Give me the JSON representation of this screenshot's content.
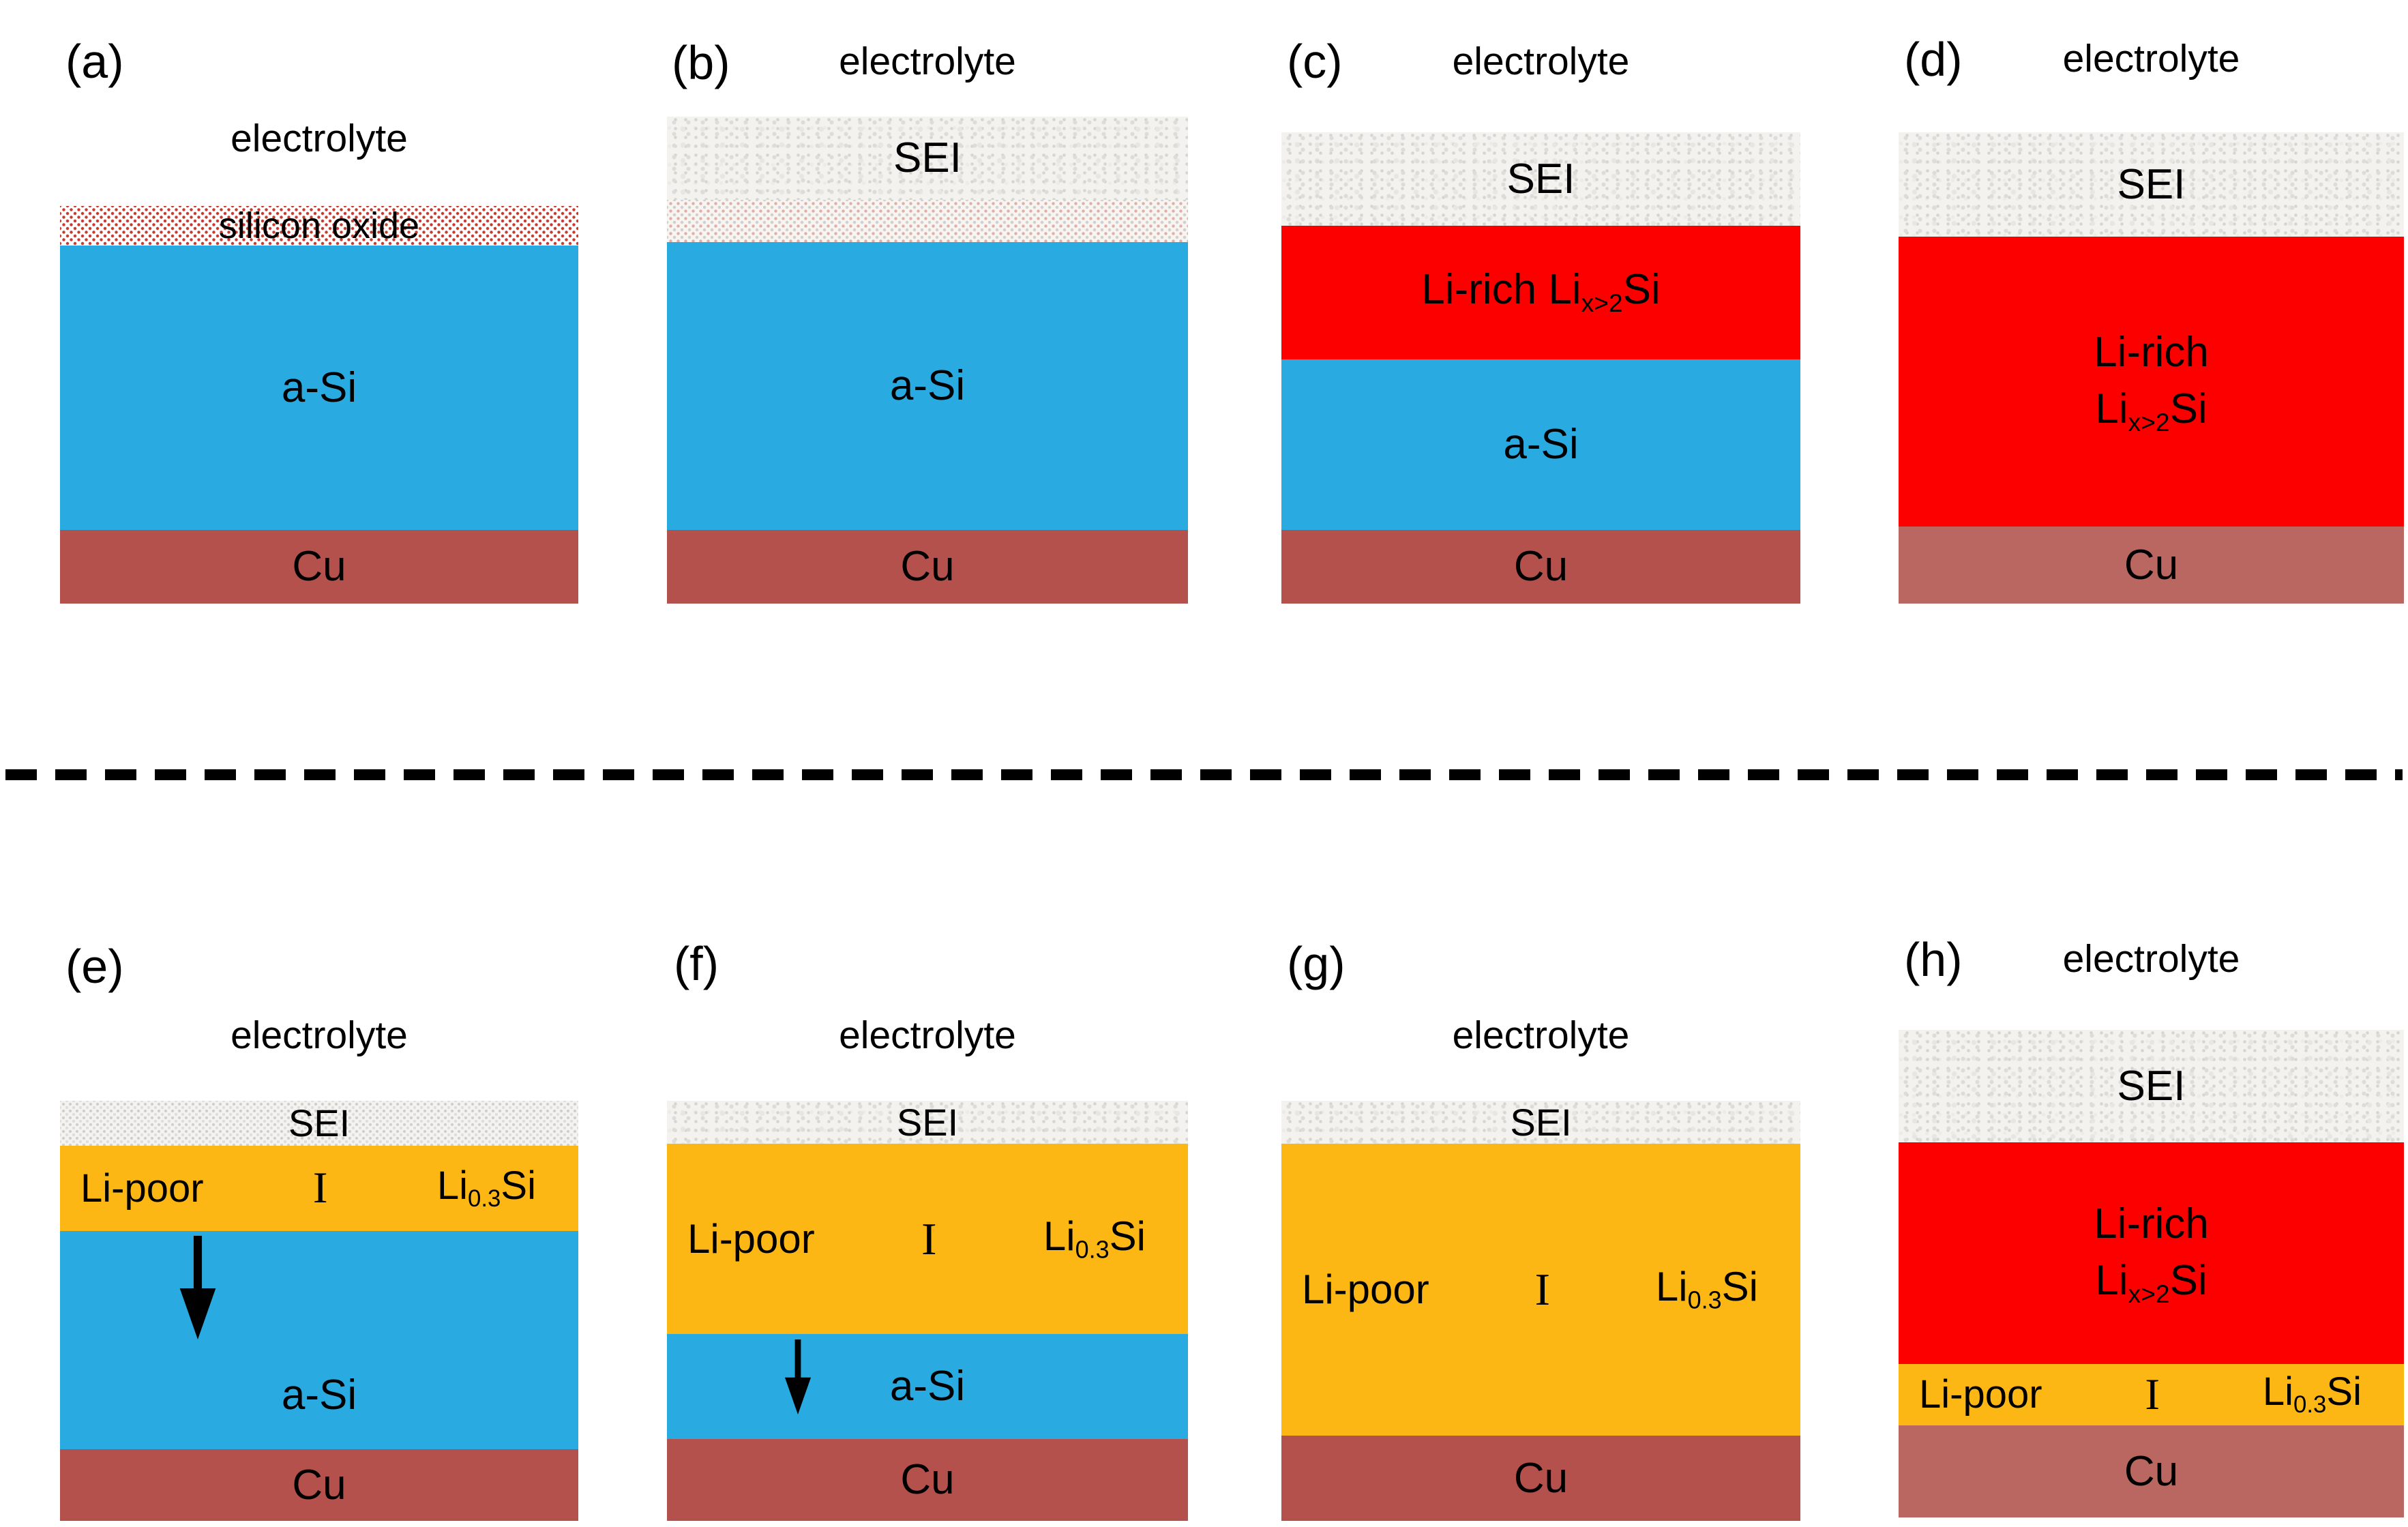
{
  "figure": {
    "divider_style": "dashed",
    "divider_color": "#000000"
  },
  "colors": {
    "a_si_blue": "#29ABE2",
    "li_rich_red": "#FC0000",
    "li_poor_orange": "#FCB714",
    "cu_dark": "#B5514D",
    "cu_light": "#BA6761",
    "sei_gray": "#F3F2EF",
    "oxide_dot_red": "#C63B2F"
  },
  "panels": [
    {
      "label": "(a)",
      "electrolyte": "electrolyte",
      "oxide": "silicon oxide",
      "a_si": "a-Si",
      "cu": "Cu"
    },
    {
      "label": "(b)",
      "electrolyte": "electrolyte",
      "sei": "SEI",
      "a_si": "a-Si",
      "cu": "Cu"
    },
    {
      "label": "(c)",
      "electrolyte": "electrolyte",
      "sei": "SEI",
      "li_rich": {
        "prefix": "Li-rich ",
        "base": "Li",
        "sub": "x>2",
        "suffix": "Si"
      },
      "a_si": "a-Si",
      "cu": "Cu"
    },
    {
      "label": "(d)",
      "electrolyte": "electrolyte",
      "sei": "SEI",
      "li_rich_line1": "Li-rich",
      "li_rich_formula": {
        "base": "Li",
        "sub": "x>2",
        "suffix": "Si"
      },
      "cu": "Cu"
    },
    {
      "label": "(e)",
      "electrolyte": "electrolyte",
      "sei": "SEI",
      "li_poor": {
        "name": "Li-poor",
        "phase": "I",
        "base": "Li",
        "sub": "0.3",
        "suffix": "Si"
      },
      "a_si": "a-Si",
      "cu": "Cu",
      "arrow": "down-arrow"
    },
    {
      "label": "(f)",
      "electrolyte": "electrolyte",
      "sei": "SEI",
      "li_poor": {
        "name": "Li-poor",
        "phase": "I",
        "base": "Li",
        "sub": "0.3",
        "suffix": "Si"
      },
      "a_si": "a-Si",
      "cu": "Cu",
      "arrow": "down-arrow"
    },
    {
      "label": "(g)",
      "electrolyte": "electrolyte",
      "sei": "SEI",
      "li_poor": {
        "name": "Li-poor",
        "phase": "I",
        "base": "Li",
        "sub": "0.3",
        "suffix": "Si"
      },
      "cu": "Cu"
    },
    {
      "label": "(h)",
      "electrolyte": "electrolyte",
      "sei": "SEI",
      "li_rich_line1": "Li-rich",
      "li_rich_formula": {
        "base": "Li",
        "sub": "x>2",
        "suffix": "Si"
      },
      "li_poor": {
        "name": "Li-poor",
        "phase": "I",
        "base": "Li",
        "sub": "0.3",
        "suffix": "Si"
      },
      "cu": "Cu"
    }
  ]
}
